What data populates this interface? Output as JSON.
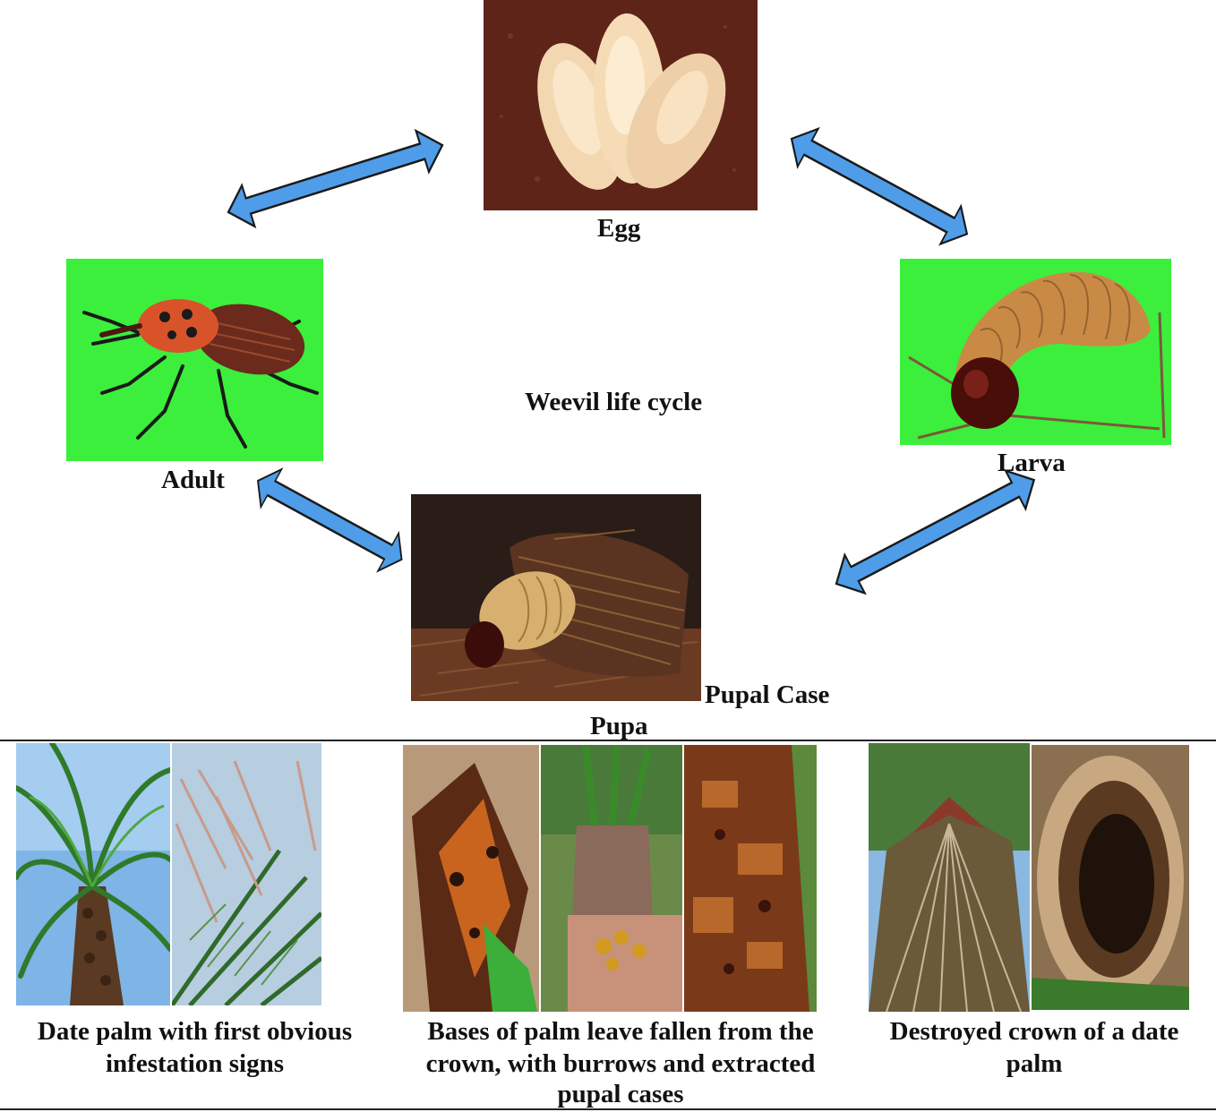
{
  "diagram": {
    "center_title": "Weevil life cycle",
    "stages": {
      "egg": "Egg",
      "larva": "Larva",
      "pupa": "Pupa",
      "pupal_case": "Pupal Case",
      "adult": "Adult"
    }
  },
  "panels": [
    {
      "caption_line1": "Date palm with first obvious",
      "caption_line2": "infestation signs",
      "caption_line3": ""
    },
    {
      "caption_line1": "Bases of palm leave fallen from the",
      "caption_line2": "crown, with burrows and extracted",
      "caption_line3": "pupal cases"
    },
    {
      "caption_line1": "Destroyed crown of a date",
      "caption_line2": "palm",
      "caption_line3": ""
    }
  ],
  "colors": {
    "arrow_fill": "#4f9de8",
    "arrow_stroke": "#1a1a1a",
    "green_screen": "#3cef3c",
    "egg_background": "#6a2a1c"
  }
}
